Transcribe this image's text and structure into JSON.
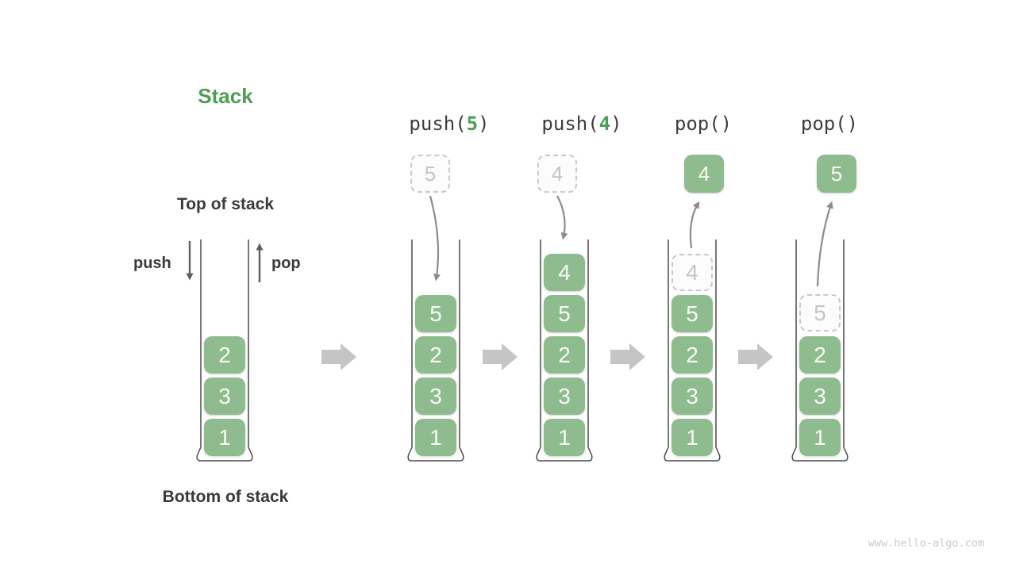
{
  "page": {
    "watermark": "www.hello-algo.com"
  },
  "colors": {
    "accent_green": "#4d9e53",
    "box_green": "#8fbc8f",
    "box_text": "#f7faf7",
    "ghost_border": "#c9c9c9",
    "ghost_fill": "#fcfcfc",
    "ghost_text": "#c4c4c4",
    "arrow_gray": "#8c8c8c",
    "arrow_dark": "#5f5f5f",
    "block_arrow": "#c5c5c5",
    "text_dark": "#3a3a3a",
    "container_stroke": "#4a4a4a",
    "watermark_gray": "#c9c9c9"
  },
  "diagram": {
    "title": "Stack",
    "top_of_stack_label": "Top of stack",
    "bottom_of_stack_label": "Bottom of stack",
    "push_arrow_label": "push",
    "pop_arrow_label": "pop",
    "columns": [
      {
        "name": "initial-stack",
        "items": [
          "2",
          "3",
          "1"
        ]
      },
      {
        "name": "after-push-5",
        "op": {
          "text": "push(",
          "accent": "5",
          "close": ")"
        },
        "staged": "5",
        "items": [
          "5",
          "2",
          "3",
          "1"
        ]
      },
      {
        "name": "after-push-4",
        "op": {
          "text": "push(",
          "accent": "4",
          "close": ")"
        },
        "staged": "4",
        "items": [
          "4",
          "5",
          "2",
          "3",
          "1"
        ]
      },
      {
        "name": "after-pop-4",
        "op": {
          "text": "pop()",
          "accent": "",
          "close": ""
        },
        "popped": "4",
        "ghost": "4",
        "items": [
          "5",
          "2",
          "3",
          "1"
        ]
      },
      {
        "name": "after-pop-5",
        "op": {
          "text": "pop()",
          "accent": "",
          "close": ""
        },
        "popped": "5",
        "ghost": "5",
        "items": [
          "2",
          "3",
          "1"
        ]
      }
    ]
  }
}
